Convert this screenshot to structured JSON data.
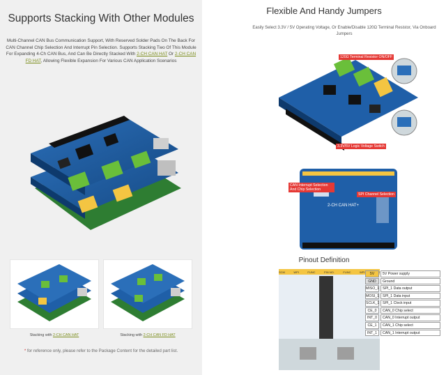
{
  "left": {
    "title": "Supports Stacking With Other Modules",
    "description_text": "Multi-Channel CAN Bus Communication Support, With Reserved Solder Pads On The Back For CAN Channel Chip Selection And Interrupt Pin Selection. Supports Stacking Two Of This Module For Expanding 4-Ch CAN Bus, And Can Be Directly Stacked With ",
    "link_1": "2-CH CAN HAT",
    "between": " Or ",
    "link_2": "2-CH CAN FD HAT",
    "after": ", Allowing Flexible Expansion For Various CAN Application Scenarios",
    "caption_a_prefix": "Stacking with ",
    "caption_a_link": "2-CH CAN HAT",
    "caption_b_prefix": "Stacking with ",
    "caption_b_link": "2-CH CAN FD HAT",
    "note_star": "*",
    "note": " for reference only, please refer to the Package Content for the detailed part list."
  },
  "right": {
    "title": "Flexible And Handy Jumpers",
    "description": "Easily Select 3.3V / 5V Operating Voltage, Or Enable/Disable 120Ω Terminal Resistor, Via Onboard Jumpers",
    "callouts": {
      "terminal": "120Ω Terminal Resistor ON/OFF",
      "voltage": "3.3V/5V Logic Voltage Switch",
      "can_int": "CAN Interrupt Selection And Chip Selection",
      "spi": "SPI Channel Selection",
      "board_label": "2-CH CAN HAT+"
    },
    "pinout_title": "Pinout Definition",
    "pinout": [
      {
        "pin": "5V",
        "desc": "5V Power supply",
        "kind": "power"
      },
      {
        "pin": "GND",
        "desc": "Ground",
        "kind": "gnd"
      },
      {
        "pin": "MISO_1",
        "desc": "SPI_1 Data output",
        "kind": "spi"
      },
      {
        "pin": "MOSI_1",
        "desc": "SPI_1 Data input",
        "kind": "spi"
      },
      {
        "pin": "SCLK_1",
        "desc": "SPI_1 Clock input",
        "kind": "spi"
      },
      {
        "pin": "CE_0",
        "desc": "CAN_0 Chip select",
        "kind": "can"
      },
      {
        "pin": "INT_0",
        "desc": "CAN_0 Interrupt output",
        "kind": "can"
      },
      {
        "pin": "CE_1",
        "desc": "CAN_1 Chip select",
        "kind": "can"
      },
      {
        "pin": "INT_1",
        "desc": "CAN_1 Interrupt output",
        "kind": "can"
      }
    ],
    "header_labels": [
      "SCM",
      "WPI",
      "FUNC",
      "PIN NO.",
      "FUNC",
      "WPI",
      "SCM"
    ]
  },
  "colors": {
    "pcb": "#1f5fa8",
    "terminal": "#6abf3a",
    "accent_red": "#e53935",
    "link": "#7a8c1a"
  }
}
